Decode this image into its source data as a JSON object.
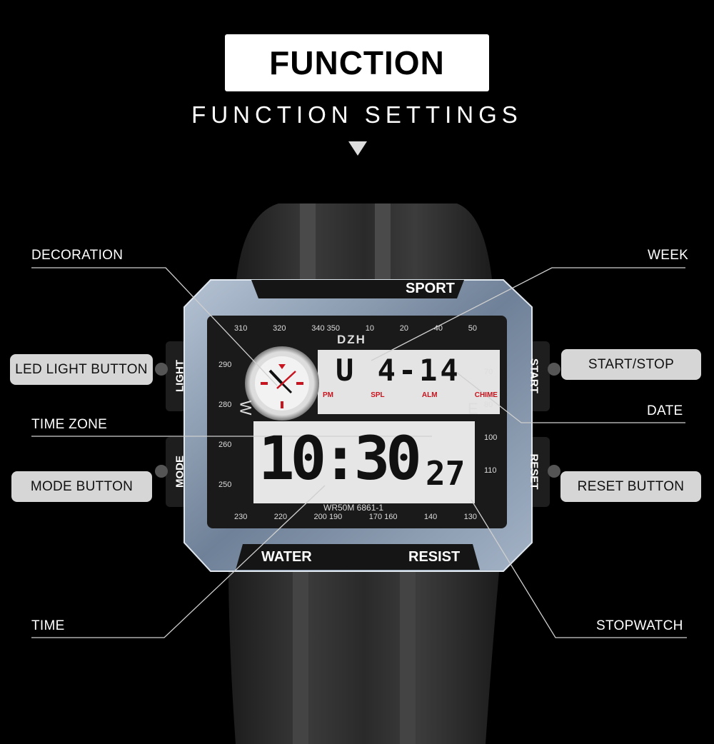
{
  "header": {
    "title": "FUNCTION",
    "subtitle": "FUNCTION SETTINGS"
  },
  "labels": {
    "decoration": "DECORATION",
    "week": "WEEK",
    "led_light_button": "LED LIGHT BUTTON",
    "start_stop": "START/STOP",
    "time_zone": "TIME ZONE",
    "date": "DATE",
    "mode_button": "MODE BUTTON",
    "reset_button": "RESET BUTTON",
    "time": "TIME",
    "stopwatch": "STOPWATCH"
  },
  "watch": {
    "brand": "DZH",
    "model": "WR50M 6861-1",
    "case_top": "SPORT",
    "case_bottom_left": "WATER",
    "case_bottom_right": "RESIST",
    "button_light": "LIGHT",
    "button_mode": "MODE",
    "button_start": "START",
    "button_reset": "RESET",
    "compass_w": "W",
    "compass_e": "E",
    "top_display": "U 4-14",
    "main_time": "10:30",
    "seconds": "27",
    "indicators": [
      "PM",
      "SPL",
      "ALM",
      "CHIME"
    ],
    "bezel_top": [
      "310",
      "320",
      "340 350",
      "10",
      "20",
      "40",
      "50"
    ],
    "bezel_bottom": [
      "230",
      "220",
      "200 190",
      "170 160",
      "140",
      "130"
    ],
    "bezel_left": [
      "290",
      "280",
      "260",
      "250"
    ],
    "bezel_right": [
      "70",
      "80",
      "100",
      "110"
    ]
  },
  "colors": {
    "accent_red": "#c8141e",
    "case": "#8a9bb0",
    "pill": "#d6d6d6"
  }
}
